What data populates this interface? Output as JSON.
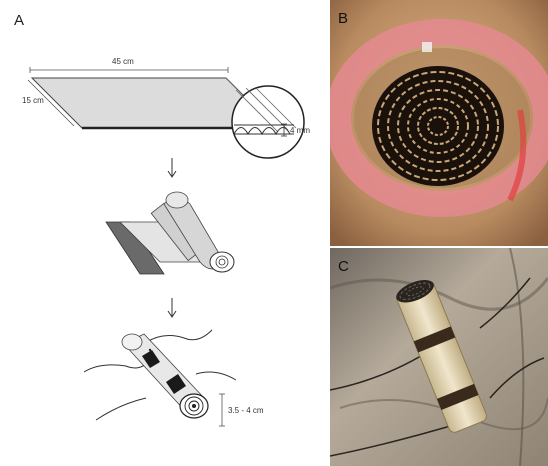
{
  "panels": {
    "a": {
      "letter": "A"
    },
    "b": {
      "letter": "B"
    },
    "c": {
      "letter": "C"
    }
  },
  "dimensions": {
    "length": "45 cm",
    "width": "15 cm",
    "thickness": "4 mm",
    "roll_diameter": "3.5 - 4 cm"
  },
  "colors": {
    "sheet_fill": "#d9d9d9",
    "sheet_edge": "#555555",
    "photo_b_bg": "#c9a67a",
    "photo_b_ring": "#d8707a",
    "cardboard": "#8a6a45",
    "bark": "#a89e90",
    "tube": "#e6dcc2",
    "band": "#3a2a1c"
  }
}
